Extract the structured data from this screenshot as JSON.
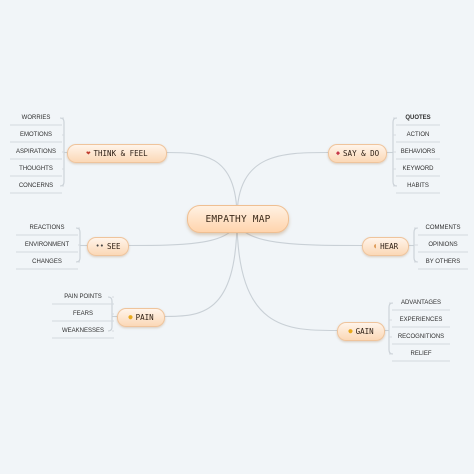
{
  "central": "EMPATHY MAP",
  "topics": [
    {
      "key": "think",
      "label": "THINK & FEEL",
      "icon": "heart-icon",
      "glyph": "❤",
      "color": "#c0392b",
      "items": [
        "WORRIES",
        "EMOTIONS",
        "ASPIRATIONS",
        "THOUGHTS",
        "CONCERNS"
      ]
    },
    {
      "key": "say",
      "label": "SAY & DO",
      "icon": "lips-icon",
      "glyph": "◆",
      "color": "#c7384a",
      "items": [
        "QUOTES",
        "ACTION",
        "BEHAVIORS",
        "KEYWORD",
        "HABITS"
      ]
    },
    {
      "key": "see",
      "label": "SEE",
      "icon": "eyes-icon",
      "glyph": "••",
      "color": "#444444",
      "items": [
        "REACTIONS",
        "ENVIRONMENT",
        "CHANGES"
      ]
    },
    {
      "key": "hear",
      "label": "HEAR",
      "icon": "ear-icon",
      "glyph": "◖",
      "color": "#e0a060",
      "items": [
        "COMMENTS",
        "OPINIONS",
        "BY OTHERS"
      ]
    },
    {
      "key": "pain",
      "label": "PAIN",
      "icon": "sad-face-icon",
      "glyph": "●",
      "color": "#e8a91c",
      "items": [
        "PAIN POINTS",
        "FEARS",
        "WEAKNESSES"
      ]
    },
    {
      "key": "gain",
      "label": "GAIN",
      "icon": "smile-face-icon",
      "glyph": "●",
      "color": "#e8a91c",
      "items": [
        "ADVANTAGES",
        "EXPERIENCES",
        "RECOGNITIONS",
        "RELIEF"
      ]
    }
  ],
  "colors": {
    "background": "#f1f5f8",
    "connector": "#c9d0d6",
    "topic_fill": "#fbd8b6"
  }
}
